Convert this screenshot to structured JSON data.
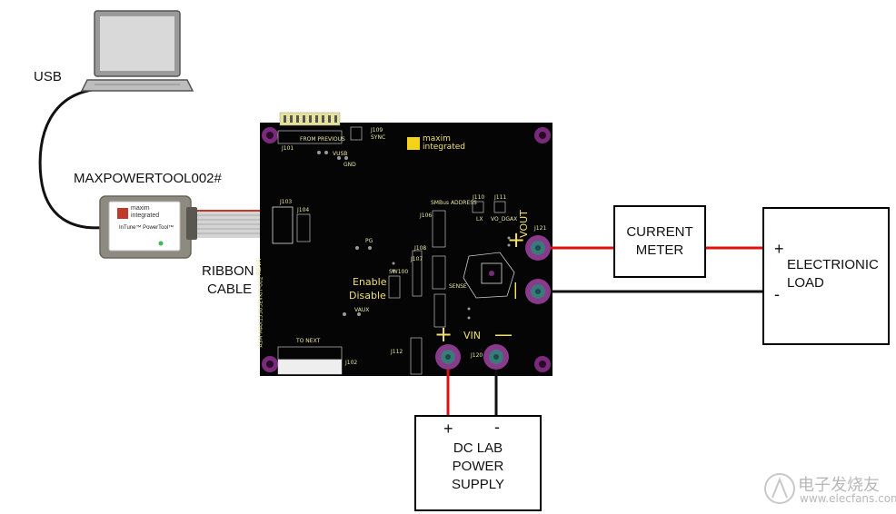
{
  "labels": {
    "usb": "USB",
    "dongle_name": "MAXPOWERTOOL002#",
    "ribbon_line1": "RIBBON",
    "ribbon_line2": "CABLE"
  },
  "dongle": {
    "brand_line1": "maxim",
    "brand_line2": "integrated",
    "product": "InTune™ PowerTool™"
  },
  "pcb": {
    "brand_line1": "maxim",
    "brand_line2": "integrated",
    "board_id": "ASM-MAX15303EVKIT-002",
    "rev": "REVA",
    "enable": "Enable",
    "disable": "Disable",
    "from_previous": "FROM PREVIOUS",
    "to_next": "TO NEXT",
    "vout": "VOUT",
    "vin": "VIN",
    "plus": "+",
    "minus": "—",
    "smbus_address": "SMBus ADDRESS",
    "refs": [
      "J101",
      "J109",
      "SYNC",
      "J103",
      "J104",
      "J106",
      "J110",
      "J111",
      "J121",
      "J107",
      "J108",
      "J102",
      "J112",
      "J120",
      "VUSB",
      "GND",
      "PG",
      "VAUX",
      "SW100",
      "LX",
      "VO_DGAX",
      "SENSE"
    ]
  },
  "current_meter": {
    "line1": "CURRENT",
    "line2": "METER"
  },
  "load": {
    "plus": "+",
    "minus": "-",
    "line1": "ELECTRIONIC",
    "line2": "LOAD"
  },
  "supply": {
    "plus": "+",
    "minus": "-",
    "line1": "DC LAB",
    "line2": "POWER",
    "line3": "SUPPLY"
  },
  "watermark": {
    "cn": "电子发烧友",
    "url": "www.elecfans.com"
  }
}
